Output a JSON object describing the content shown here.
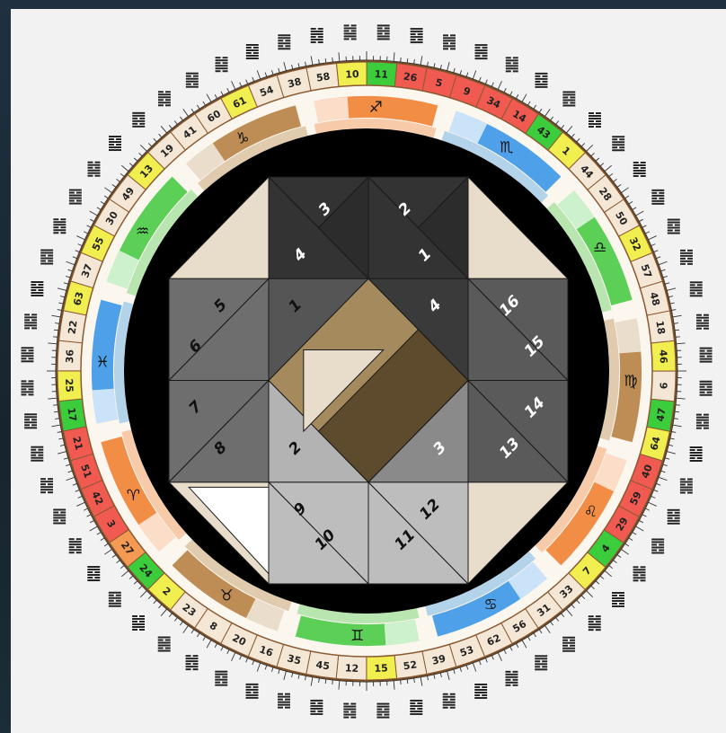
{
  "gates": [
    10,
    11,
    26,
    5,
    9,
    34,
    14,
    43,
    1,
    44,
    28,
    50,
    32,
    57,
    48,
    18,
    46,
    6,
    47,
    64,
    40,
    59,
    29,
    4,
    7,
    33,
    31,
    56,
    62,
    53,
    39,
    52,
    15,
    12,
    45,
    35,
    16,
    20,
    8,
    23,
    2,
    24,
    27,
    3,
    42,
    51,
    21,
    17,
    25,
    36,
    22,
    63,
    37,
    55,
    30,
    49,
    13,
    19,
    41,
    60,
    61,
    54,
    38,
    58
  ],
  "gate_colors": {
    "yellow": "#f1ee4f",
    "green": "#3ccd3c",
    "red": "#f05a50",
    "orange": "#f49a52",
    "pale": "#f5e7d6"
  },
  "zodiac_signs": [
    {
      "glyph": "♑",
      "name": "capricorn-glyph"
    },
    {
      "glyph": "♐",
      "name": "sagittarius-glyph"
    },
    {
      "glyph": "♏",
      "name": "scorpio-glyph"
    },
    {
      "glyph": "♎",
      "name": "libra-glyph"
    },
    {
      "glyph": "♍",
      "name": "virgo-glyph"
    },
    {
      "glyph": "♌",
      "name": "leo-glyph"
    },
    {
      "glyph": "♋",
      "name": "cancer-glyph"
    },
    {
      "glyph": "♊",
      "name": "gemini-glyph"
    },
    {
      "glyph": "♉",
      "name": "taurus-glyph"
    },
    {
      "glyph": "♈",
      "name": "aries-glyph"
    },
    {
      "glyph": "♓",
      "name": "pisces-glyph"
    },
    {
      "glyph": "♒",
      "name": "aquarius-glyph"
    }
  ],
  "element_colors": {
    "earth": "#b27a3a",
    "fire": "#f07a28",
    "air": "#3fc83c",
    "water": "#2f92e6"
  },
  "center": {
    "triangle_numbers": [
      "3",
      "2",
      "4",
      "1",
      "5",
      "6",
      "1",
      "4",
      "16",
      "15",
      "7",
      "8",
      "2",
      "3",
      "14",
      "13",
      "9",
      "10",
      "11",
      "12"
    ]
  }
}
